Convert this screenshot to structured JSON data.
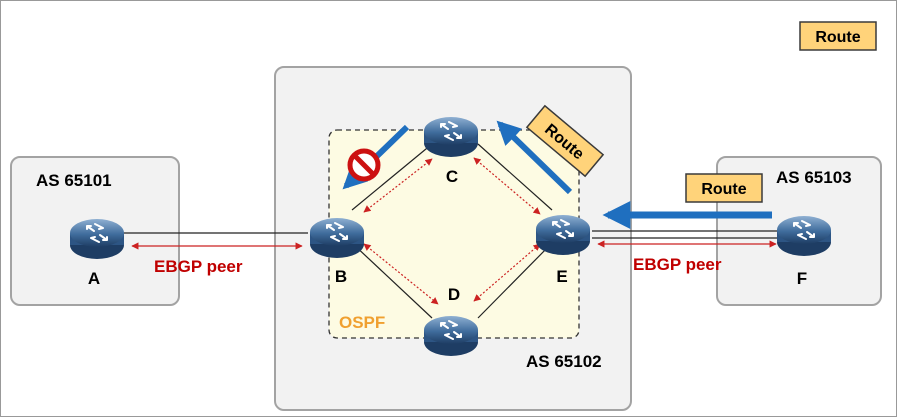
{
  "legend": {
    "label": "Route"
  },
  "as_labels": {
    "left": "AS 65101",
    "middle": "AS 65102",
    "right": "AS 65103"
  },
  "area_label": "OSPF",
  "routers": {
    "A": "A",
    "B": "B",
    "C": "C",
    "D": "D",
    "E": "E",
    "F": "F"
  },
  "links": {
    "peer_left": "EBGP peer",
    "peer_right": "EBGP peer"
  },
  "route_tags": {
    "incoming": "Route",
    "tilted": "Route"
  },
  "colors": {
    "route_arrow": "#1f6fbf",
    "peer_arrow": "#cc2222",
    "tag_fill": "#ffd37a",
    "ospf_fill": "#fdfbe3",
    "as_box_fill": "#f2f2f2",
    "block_icon": "#cc1111"
  }
}
